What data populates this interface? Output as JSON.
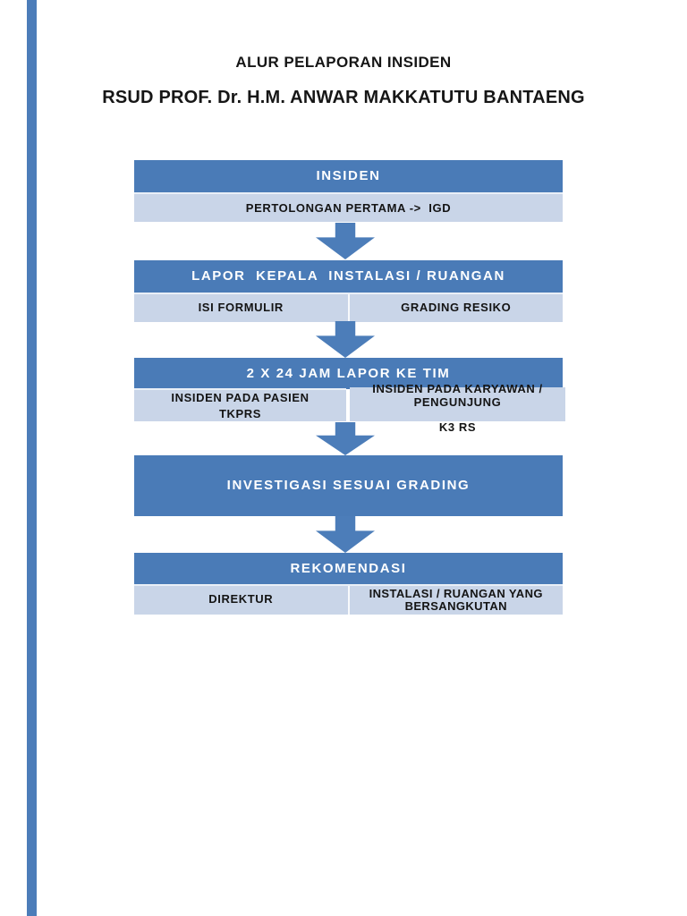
{
  "page": {
    "title_line1": "ALUR PELAPORAN INSIDEN",
    "title_line2": "RSUD PROF. Dr. H.M. ANWAR MAKKATUTU BANTAENG"
  },
  "colors": {
    "header_blue": "#4a7bb7",
    "cell_light_blue": "#c9d5e8",
    "arrow_blue": "#4c7db9",
    "edge_bar_blue": "#4c7db9",
    "header_text": "#ffffff",
    "body_text": "#141414"
  },
  "flow": {
    "step1": {
      "header": "INSIDEN",
      "body": "PERTOLONGAN PERTAMA ->  IGD"
    },
    "step2": {
      "header": "LAPOR  KEPALA  INSTALASI / RUANGAN",
      "cell_left": "ISI FORMULIR",
      "cell_right": "GRADING RESIKO"
    },
    "step3": {
      "header": "2 X 24 JAM LAPOR KE TIM",
      "left_line1": "INSIDEN PADA PASIEN",
      "left_line2": "TKPRS",
      "right_line1": "INSIDEN PADA KARYAWAN /",
      "right_line2": "PENGUNJUNG",
      "right_line3": "K3 RS"
    },
    "step4": {
      "header": "INVESTIGASI SESUAI GRADING"
    },
    "step5": {
      "header": "REKOMENDASI",
      "cell_left": "DIREKTUR",
      "cell_right": "INSTALASI / RUANGAN YANG BERSANGKUTAN"
    }
  }
}
